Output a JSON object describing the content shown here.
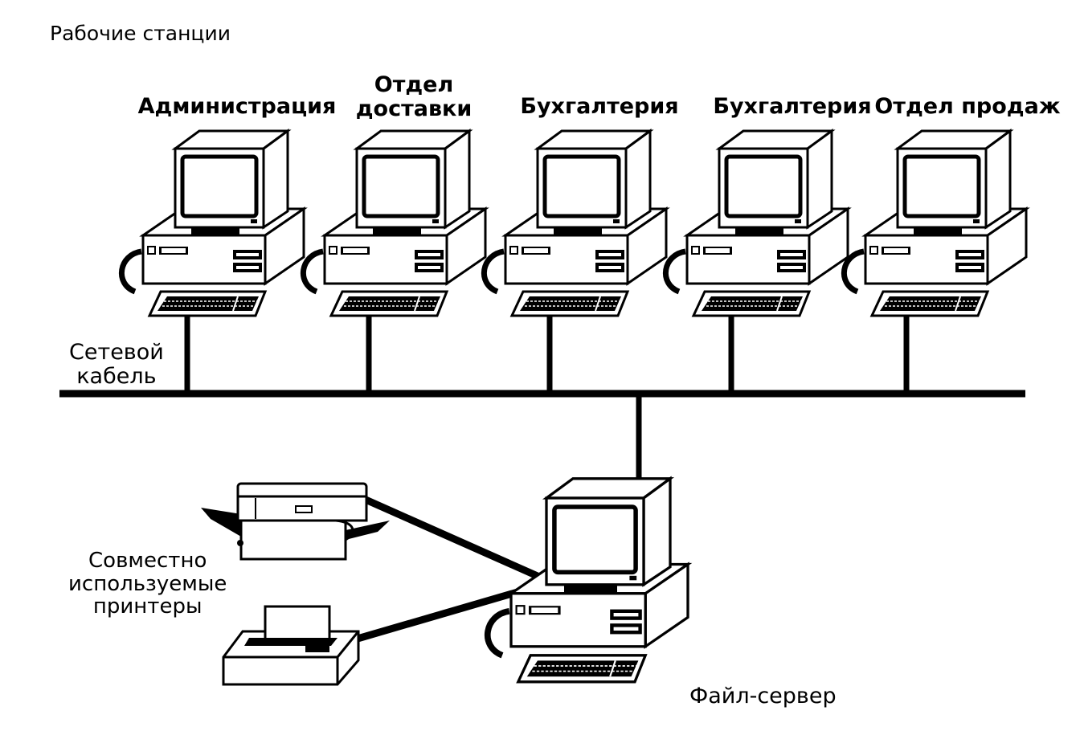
{
  "diagram": {
    "title": "Рабочие станции",
    "workstations": [
      {
        "label_lines": [
          "Администрация"
        ]
      },
      {
        "label_lines": [
          "Отдел",
          "доставки"
        ]
      },
      {
        "label_lines": [
          "Бухгалтерия"
        ]
      },
      {
        "label_lines": [
          "Бухгалтерия"
        ]
      },
      {
        "label_lines": [
          "Отдел продаж"
        ]
      }
    ],
    "cable_label_lines": [
      "Сетевой",
      "кабель"
    ],
    "printers_label_lines": [
      "Совместно",
      "используемые",
      "принтеры"
    ],
    "server_label": "Файл-сервер"
  }
}
